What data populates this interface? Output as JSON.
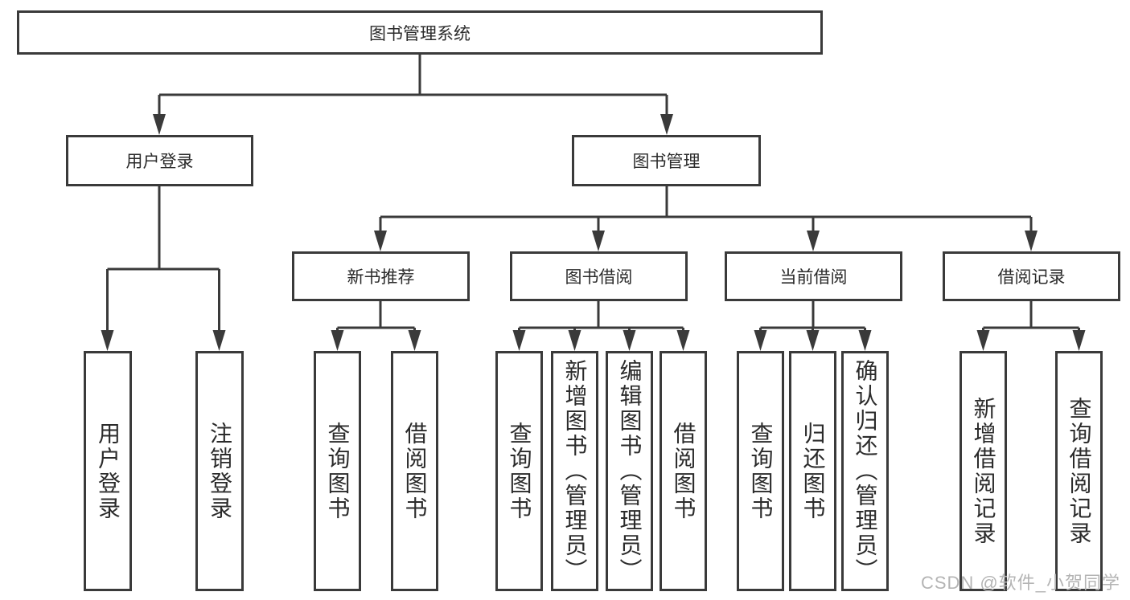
{
  "tree": {
    "root": {
      "label": "图书管理系统"
    },
    "branches": [
      {
        "label": "用户登录",
        "leaves": [
          {
            "label": "用户登录"
          },
          {
            "label": "注销登录"
          }
        ]
      },
      {
        "label": "图书管理",
        "groups": [
          {
            "label": "新书推荐",
            "leaves": [
              {
                "label": "查询图书"
              },
              {
                "label": "借阅图书"
              }
            ]
          },
          {
            "label": "图书借阅",
            "leaves": [
              {
                "label": "查询图书"
              },
              {
                "label": "新增图书（管理员）"
              },
              {
                "label": "编辑图书（管理员）"
              },
              {
                "label": "借阅图书"
              }
            ]
          },
          {
            "label": "当前借阅",
            "leaves": [
              {
                "label": "查询图书"
              },
              {
                "label": "归还图书"
              },
              {
                "label": "确认归还（管理员）"
              }
            ]
          },
          {
            "label": "借阅记录",
            "leaves": [
              {
                "label": "新增借阅记录"
              },
              {
                "label": "查询借阅记录"
              }
            ]
          }
        ]
      }
    ]
  },
  "watermark": "CSDN @软件_小贺同学",
  "colors": {
    "line": "#3a3a3a",
    "text": "#2b2b2b",
    "background": "#ffffff",
    "watermark": "#b4b4b4"
  }
}
